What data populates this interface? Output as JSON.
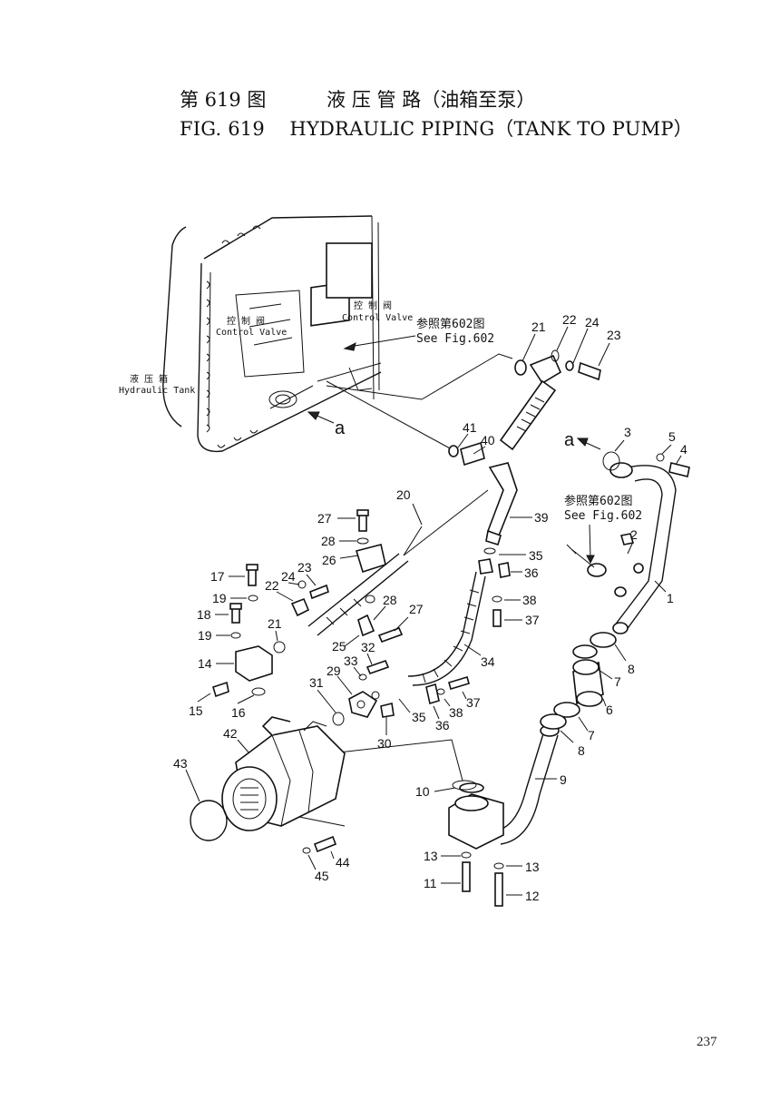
{
  "header": {
    "title_cn": "第 619 图          液 压 管 路（油箱至泵）",
    "title_en": "FIG. 619    HYDRAULIC PIPING（TANK TO PUMP）"
  },
  "callouts": {
    "control_valve_cn": "控 制 阀",
    "control_valve_en": "Control Valve",
    "control_valve2_cn": "控 制 阀",
    "control_valve2_en": "Control Valve",
    "hydraulic_tank_cn": "液 压 箱",
    "hydraulic_tank_en": "Hydraulic Tank",
    "see_fig_cn_1": "参照第602图",
    "see_fig_en_1": "See Fig.602",
    "see_fig_cn_2": "参照第602图",
    "see_fig_en_2": "See Fig.602",
    "ref_a_1": "a",
    "ref_a_2": "a"
  },
  "part_numbers": {
    "p1": "1",
    "p2": "2",
    "p3": "3",
    "p4": "4",
    "p5": "5",
    "p6": "6",
    "p7a": "7",
    "p7b": "7",
    "p8a": "8",
    "p8b": "8",
    "p9": "9",
    "p10": "10",
    "p11": "11",
    "p12": "12",
    "p13a": "13",
    "p13b": "13",
    "p14": "14",
    "p15": "15",
    "p16": "16",
    "p17": "17",
    "p18": "18",
    "p19a": "19",
    "p19b": "19",
    "p20": "20",
    "p21a": "21",
    "p21b": "21",
    "p22a": "22",
    "p22b": "22",
    "p23a": "23",
    "p23b": "23",
    "p24a": "24",
    "p24b": "24",
    "p25": "25",
    "p26": "26",
    "p27a": "27",
    "p27b": "27",
    "p28a": "28",
    "p28b": "28",
    "p29": "29",
    "p30": "30",
    "p31": "31",
    "p32": "32",
    "p33": "33",
    "p34": "34",
    "p35a": "35",
    "p35b": "35",
    "p36a": "36",
    "p36b": "36",
    "p37a": "37",
    "p37b": "37",
    "p38a": "38",
    "p38b": "38",
    "p39": "39",
    "p40": "40",
    "p41": "41",
    "p42": "42",
    "p43": "43",
    "p44": "44",
    "p45": "45"
  },
  "footer": {
    "page_number": "237"
  }
}
